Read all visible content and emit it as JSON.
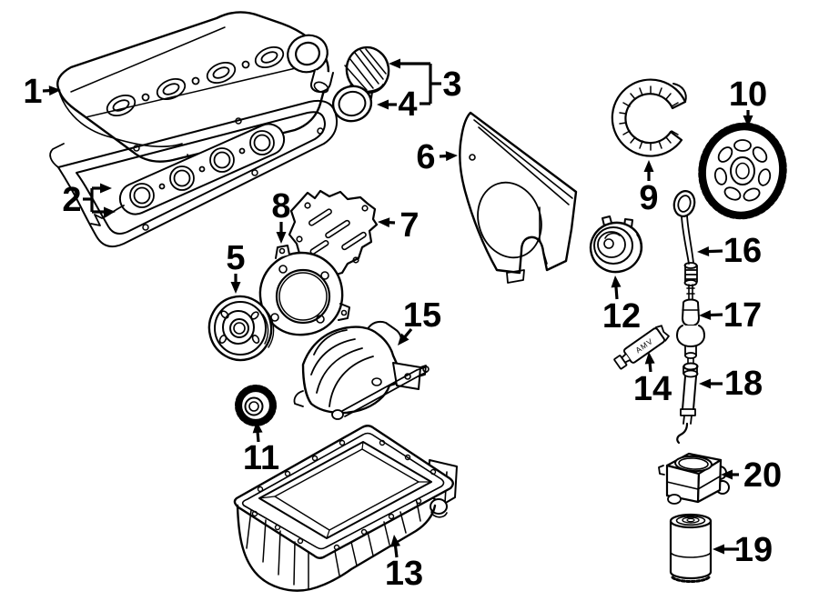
{
  "diagram": {
    "background": "#ffffff",
    "line_color": "#000000",
    "label_font_size": 38,
    "sealant_text": "AMV",
    "callouts": [
      {
        "label": "1",
        "part": "valve-cover",
        "text": [
          36,
          100
        ],
        "lines": [],
        "arrows": [
          [
            47,
            100,
            67,
            99
          ]
        ]
      },
      {
        "label": "2",
        "part": "valve-cover-gasket-set",
        "text": [
          79,
          219
        ],
        "lines": [
          [
            91,
            219,
            101,
            219
          ],
          [
            101,
            207,
            101,
            233
          ]
        ],
        "arrows": [
          [
            101,
            207,
            123,
            207
          ],
          [
            101,
            233,
            127,
            233
          ]
        ]
      },
      {
        "label": "3",
        "part": "oil-filler-cap",
        "text": [
          497,
          92
        ],
        "lines": [
          [
            485,
            92,
            473,
            92
          ],
          [
            473,
            70,
            473,
            114
          ],
          [
            473,
            114,
            461,
            114
          ]
        ],
        "arrows": [
          [
            473,
            70,
            427,
            70
          ]
        ]
      },
      {
        "label": "4",
        "part": "filler-cap-seal",
        "text": [
          448,
          114
        ],
        "lines": [],
        "arrows": [
          [
            436,
            115,
            414,
            115
          ]
        ]
      },
      {
        "label": "5",
        "part": "crankshaft-pulley",
        "text": [
          259,
          283
        ],
        "lines": [],
        "arrows": [
          [
            259,
            301,
            259,
            323
          ]
        ]
      },
      {
        "label": "6",
        "part": "timing-cover",
        "text": [
          468,
          172
        ],
        "lines": [],
        "arrows": [
          [
            483,
            172,
            503,
            171
          ]
        ]
      },
      {
        "label": "7",
        "part": "baffle-plate",
        "text": [
          450,
          247
        ],
        "lines": [],
        "arrows": [
          [
            434,
            245,
            415,
            244
          ]
        ]
      },
      {
        "label": "8",
        "part": "seal-flange",
        "text": [
          309,
          226
        ],
        "lines": [],
        "arrows": [
          [
            309,
            244,
            309,
            268
          ]
        ]
      },
      {
        "label": "9",
        "part": "timing-belt",
        "text": [
          713,
          217
        ],
        "lines": [],
        "arrows": [
          [
            713,
            199,
            713,
            176
          ]
        ]
      },
      {
        "label": "10",
        "part": "camshaft-timing-gear",
        "text": [
          822,
          103
        ],
        "lines": [],
        "arrows": [
          [
            822,
            121,
            822,
            140
          ]
        ]
      },
      {
        "label": "11",
        "part": "crankshaft-timing-gear",
        "text": [
          287,
          503
        ],
        "lines": [],
        "arrows": [
          [
            284,
            486,
            282,
            463
          ]
        ]
      },
      {
        "label": "12",
        "part": "tensioner-pulley",
        "text": [
          683,
          347
        ],
        "lines": [],
        "arrows": [
          [
            678,
            329,
            676,
            303
          ]
        ]
      },
      {
        "label": "13",
        "part": "oil-pan",
        "text": [
          444,
          630
        ],
        "lines": [],
        "arrows": [
          [
            436,
            613,
            433,
            588
          ]
        ]
      },
      {
        "label": "14",
        "part": "sealant-tube",
        "text": [
          717,
          427
        ],
        "lines": [],
        "arrows": [
          [
            715,
            409,
            713,
            387
          ]
        ]
      },
      {
        "label": "15",
        "part": "oil-baffle",
        "text": [
          464,
          346
        ],
        "lines": [],
        "arrows": [
          [
            452,
            362,
            437,
            380
          ]
        ]
      },
      {
        "label": "16",
        "part": "dipstick",
        "text": [
          816,
          275
        ],
        "lines": [],
        "arrows": [
          [
            794,
            276,
            766,
            277
          ]
        ]
      },
      {
        "label": "17",
        "part": "dipstick-tube-upper",
        "text": [
          816,
          346
        ],
        "lines": [],
        "arrows": [
          [
            794,
            346,
            768,
            347
          ]
        ]
      },
      {
        "label": "18",
        "part": "dipstick-tube-lower",
        "text": [
          817,
          421
        ],
        "lines": [],
        "arrows": [
          [
            794,
            422,
            768,
            422
          ]
        ]
      },
      {
        "label": "19",
        "part": "oil-filter",
        "text": [
          828,
          604
        ],
        "lines": [],
        "arrows": [
          [
            812,
            604,
            783,
            604
          ]
        ]
      },
      {
        "label": "20",
        "part": "oil-filter-housing",
        "text": [
          838,
          522
        ],
        "lines": [],
        "arrows": [
          [
            812,
            522,
            792,
            522
          ]
        ]
      }
    ]
  }
}
